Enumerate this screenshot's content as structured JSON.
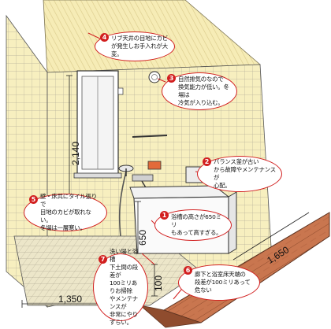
{
  "callouts": [
    {
      "number": "4",
      "lines": [
        "リブ天井の目地にカビ",
        "が発生しお手入れが大変。"
      ]
    },
    {
      "number": "3",
      "lines": [
        "自然排気のなので",
        "換気能力が低い。冬場は",
        "冷気が入り込む。"
      ]
    },
    {
      "number": "2",
      "lines": [
        "バランス釜が古い",
        "から故障やメンテナンスが",
        "心配。"
      ]
    },
    {
      "number": "5",
      "lines": [
        "壁・床共にタイル張りで",
        "目地のカビが取れない。",
        "冬場は一層寒い。"
      ]
    },
    {
      "number": "1",
      "lines": [
        "浴槽の高さが650ミリ",
        "もあって高すぎる。"
      ]
    },
    {
      "number": "7",
      "lines": [
        "洗い場と浴槽",
        "下土間の段差が",
        "100ミリありお掃除",
        "やメンテナンスが",
        "非常にやりずらい。"
      ]
    },
    {
      "number": "6",
      "lines": [
        "廊下と浴室床天端の",
        "段差が100ミリあって",
        "危ない"
      ]
    }
  ],
  "dimensions": {
    "wall_height": "2,140",
    "tub_height": "650",
    "step_height": "100",
    "floor_width": "1,350",
    "corridor_length": "1,650"
  },
  "colors": {
    "wall_cream": "#f7efbf",
    "tile_line": "#b6b09a",
    "corridor_wood": "#c9764f",
    "callout_red": "#d21f1f"
  }
}
